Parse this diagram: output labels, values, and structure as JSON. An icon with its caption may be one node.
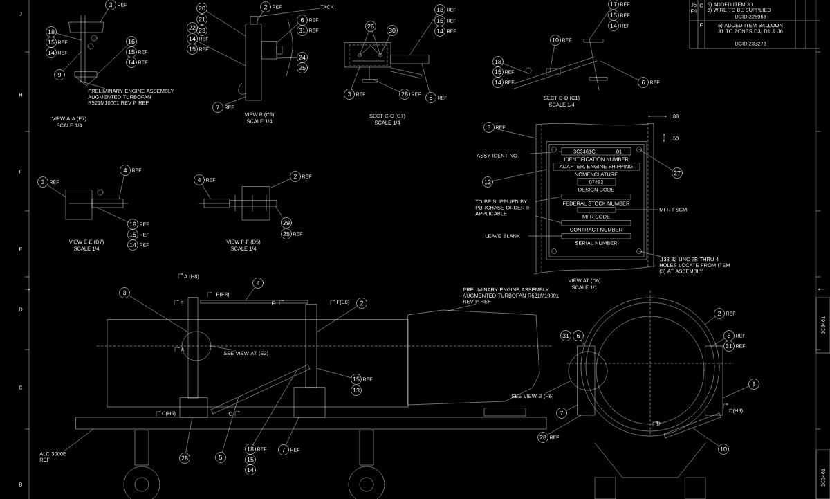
{
  "diagram": {
    "nodes": [
      {
        "text": [
          "3"
        ],
        "beside": [
          "REF"
        ]
      },
      {
        "text": [
          "18"
        ]
      },
      {
        "text": [
          "15"
        ],
        "beside": [
          "REF"
        ]
      },
      {
        "text": [
          "14"
        ],
        "beside": [
          "REF"
        ]
      },
      {
        "text": [
          "9"
        ]
      },
      {
        "text": [
          "16"
        ]
      },
      {
        "text": [
          "15"
        ],
        "beside": [
          "REF"
        ]
      },
      {
        "text": [
          "14"
        ],
        "beside": [
          "REF"
        ]
      },
      {
        "text": [
          "PRELIMINARY ENGINE ASSEMBLY AUGMENTED TURBOFAN R521M10001 REV P REF"
        ]
      },
      {
        "text": [
          "22"
        ]
      },
      {
        "text": [
          "14"
        ],
        "beside": [
          "REF"
        ]
      },
      {
        "text": [
          "15"
        ],
        "beside": [
          "REF"
        ]
      },
      {
        "text": [
          "20"
        ]
      },
      {
        "text": [
          "21"
        ]
      },
      {
        "text": [
          "23"
        ]
      },
      {
        "text": [
          "2"
        ],
        "beside": [
          "REF"
        ]
      },
      {
        "text": [
          "TACK"
        ]
      },
      {
        "text": [
          "6"
        ],
        "beside": [
          "REF"
        ]
      },
      {
        "text": [
          "31"
        ],
        "beside": [
          "REF"
        ]
      },
      {
        "text": [
          "24"
        ]
      },
      {
        "text": [
          "25"
        ]
      },
      {
        "text": [
          "7"
        ],
        "beside": [
          "REF"
        ]
      },
      {
        "text": [
          "26"
        ]
      },
      {
        "text": [
          "30"
        ]
      },
      {
        "text": [
          "18"
        ],
        "beside": [
          "REF"
        ]
      },
      {
        "text": [
          "15"
        ],
        "beside": [
          "REF"
        ]
      },
      {
        "text": [
          "14"
        ],
        "beside": [
          "REF"
        ]
      },
      {
        "text": [
          "3"
        ],
        "beside": [
          "REF"
        ]
      },
      {
        "text": [
          "28"
        ],
        "beside": [
          "REF"
        ]
      },
      {
        "text": [
          "5"
        ],
        "beside": [
          "REF"
        ]
      },
      {
        "text": [
          "17"
        ],
        "beside": [
          "REF"
        ]
      },
      {
        "text": [
          "15"
        ],
        "beside": [
          "REF"
        ]
      },
      {
        "text": [
          "14"
        ],
        "beside": [
          "REF"
        ]
      },
      {
        "text": [
          "10"
        ],
        "beside": [
          "REF"
        ]
      },
      {
        "text": [
          "18"
        ]
      },
      {
        "text": [
          "15"
        ],
        "beside": [
          "REF"
        ]
      },
      {
        "text": [
          "14"
        ],
        "beside": [
          "REF"
        ]
      },
      {
        "text": [
          "6"
        ],
        "beside": [
          "REF"
        ]
      },
      {
        "text": [
          "3"
        ],
        "beside": [
          "REF"
        ]
      },
      {
        "text": [
          "ASSY IDENT NO."
        ]
      },
      {
        "text": [
          "12"
        ]
      },
      {
        "text": [
          "27"
        ]
      },
      {
        "text": [
          "TO BE SUPPLIED BY PURCHASE ORDER IF APPLICABLE"
        ]
      },
      {
        "text": [
          "MFR FSCM"
        ]
      },
      {
        "text": [
          "LEAVE BLANK"
        ]
      },
      {
        "text": [
          ".138-32 UNC-2B THRU 4 HOLES LOCATE FROM ITEM (3) AT ASSEMBLY"
        ]
      },
      {
        "text": [
          "3"
        ],
        "beside": [
          "REF"
        ]
      },
      {
        "text": [
          "4"
        ],
        "beside": [
          "REF"
        ]
      },
      {
        "text": [
          "18"
        ],
        "beside": [
          "REF"
        ]
      },
      {
        "text": [
          "15"
        ],
        "beside": [
          "REF"
        ]
      },
      {
        "text": [
          "14"
        ],
        "beside": [
          "REF"
        ]
      },
      {
        "text": [
          "4"
        ],
        "beside": [
          "REF"
        ]
      },
      {
        "text": [
          "2"
        ],
        "beside": [
          "REF"
        ]
      },
      {
        "text": [
          "29"
        ]
      },
      {
        "text": [
          "25"
        ],
        "beside": [
          "REF"
        ]
      },
      {
        "text": [
          "4"
        ]
      },
      {
        "text": [
          "3"
        ]
      },
      {
        "text": [
          "2"
        ]
      },
      {
        "text": [
          "PRELIMINARY ENGINE ASSEMBLY AUGMENTED TURBOFAN R521M10001 REV P REF"
        ]
      },
      {
        "text": [
          "SEE VIEW AT (E3)"
        ]
      },
      {
        "text": [
          "15"
        ],
        "beside": [
          "REF"
        ]
      },
      {
        "text": [
          "13"
        ]
      },
      {
        "text": [
          "18"
        ],
        "beside": [
          "REF"
        ]
      },
      {
        "text": [
          "15"
        ]
      },
      {
        "text": [
          "14"
        ]
      },
      {
        "text": [
          "7"
        ],
        "beside": [
          "REF"
        ]
      },
      {
        "text": [
          "5"
        ]
      },
      {
        "text": [
          "28"
        ]
      },
      {
        "text": [
          "ALC 3000E REF"
        ]
      },
      {
        "text": [
          "2"
        ],
        "beside": [
          "REF"
        ]
      },
      {
        "text": [
          "6"
        ],
        "beside": [
          "REF"
        ]
      },
      {
        "text": [
          "31"
        ],
        "beside": [
          "REF"
        ]
      },
      {
        "text": [
          "31"
        ]
      },
      {
        "text": [
          "6"
        ]
      },
      {
        "text": [
          "8"
        ]
      },
      {
        "text": [
          "SEE VIEW B (H6)"
        ]
      },
      {
        "text": [
          "7"
        ]
      },
      {
        "text": [
          "28"
        ],
        "beside": [
          "REF"
        ]
      },
      {
        "text": [
          "10"
        ]
      },
      {
        "text": [],
        "shape": "picture"
      },
      {
        "text": [],
        "shape": "picture"
      },
      {
        "text": [],
        "shape": "picture"
      },
      {
        "text": [],
        "shape": "picture"
      },
      {
        "text": [],
        "shape": "picture"
      },
      {
        "text": [],
        "shape": "picture"
      },
      {
        "text": [],
        "shape": "picture"
      },
      {
        "text": [],
        "shape": "picture"
      },
      {
        "text": [],
        "shape": "picture"
      },
      {
        "text": [],
        "shape": "picture"
      },
      {
        "text": [],
        "shape": "picture"
      },
      {
        "text": [],
        "shape": "picture"
      },
      {
        "text": [],
        "shape": "box"
      },
      {
        "text": [],
        "shape": "picture"
      },
      {
        "text": [],
        "shape": "box"
      },
      {
        "text": [],
        "shape": "box"
      },
      {
        "text": [],
        "shape": "picture"
      },
      {
        "text": [],
        "shape": "circle"
      },
      {
        "text": [],
        "shape": "circle"
      }
    ],
    "edges": [
      {
        "from": 0,
        "to": 79,
        "arrow": "none"
      },
      {
        "from": 1,
        "to": 79,
        "arrow": "none"
      },
      {
        "from": 4,
        "to": 79,
        "arrow": "none"
      },
      {
        "from": 5,
        "to": 79,
        "arrow": "none"
      },
      {
        "from": 8,
        "to": 79,
        "arrow": "none"
      },
      {
        "from": 12,
        "to": 80,
        "arrow": "none"
      },
      {
        "from": 10,
        "to": 80,
        "arrow": "none"
      },
      {
        "from": 15,
        "to": 80,
        "arrow": "none"
      },
      {
        "from": 16,
        "to": 80,
        "arrow": "none"
      },
      {
        "from": 17,
        "to": 80,
        "arrow": "none"
      },
      {
        "from": 19,
        "to": 80,
        "arrow": "none"
      },
      {
        "from": 21,
        "to": 80,
        "arrow": "none"
      },
      {
        "from": 22,
        "to": 81,
        "arrow": "none"
      },
      {
        "from": 22,
        "to": 81,
        "arrow": "none"
      },
      {
        "from": 23,
        "to": 81,
        "arrow": "none"
      },
      {
        "from": 24,
        "to": 81,
        "arrow": "none"
      },
      {
        "from": 27,
        "to": 81,
        "arrow": "none"
      },
      {
        "from": 28,
        "to": 81,
        "arrow": "none"
      },
      {
        "from": 29,
        "to": 81,
        "arrow": "none"
      },
      {
        "from": 30,
        "to": 82,
        "arrow": "none"
      },
      {
        "from": 33,
        "to": 82,
        "arrow": "none"
      },
      {
        "from": 34,
        "to": 82,
        "arrow": "none"
      },
      {
        "from": 37,
        "to": 82,
        "arrow": "none"
      },
      {
        "from": 38,
        "to": 83,
        "arrow": "none"
      },
      {
        "from": 39,
        "to": 83,
        "arrow": "none"
      },
      {
        "from": 40,
        "to": 83,
        "arrow": "none"
      },
      {
        "from": 41,
        "to": 83,
        "arrow": "none"
      },
      {
        "from": 42,
        "to": 83,
        "arrow": "none"
      },
      {
        "from": 42,
        "to": 83,
        "arrow": "none"
      },
      {
        "from": 43,
        "to": 83,
        "arrow": "none"
      },
      {
        "from": 44,
        "to": 83,
        "arrow": "none"
      },
      {
        "from": 45,
        "to": 83,
        "arrow": "none"
      },
      {
        "from": 46,
        "to": 84,
        "arrow": "none"
      },
      {
        "from": 47,
        "to": 84,
        "arrow": "none"
      },
      {
        "from": 48,
        "to": 84,
        "arrow": "none"
      },
      {
        "from": 51,
        "to": 85,
        "arrow": "none"
      },
      {
        "from": 52,
        "to": 85,
        "arrow": "none"
      },
      {
        "from": 53,
        "to": 85,
        "arrow": "none"
      },
      {
        "from": 55,
        "to": 86,
        "arrow": "none"
      },
      {
        "from": 56,
        "to": 87,
        "arrow": "none"
      },
      {
        "from": 57,
        "to": 88,
        "arrow": "none"
      },
      {
        "from": 58,
        "to": 90,
        "arrow": "none"
      },
      {
        "from": 59,
        "to": 96,
        "arrow": "none"
      },
      {
        "from": 60,
        "to": 88,
        "arrow": "none"
      },
      {
        "from": 62,
        "to": 89,
        "arrow": "none"
      },
      {
        "from": 65,
        "to": 88,
        "arrow": "none"
      },
      {
        "from": 66,
        "to": 89,
        "arrow": "none"
      },
      {
        "from": 67,
        "to": 87,
        "arrow": "none"
      },
      {
        "from": 68,
        "to": 91,
        "arrow": "none"
      },
      {
        "from": 69,
        "to": 92,
        "arrow": "none"
      },
      {
        "from": 70,
        "to": 94,
        "arrow": "none"
      },
      {
        "from": 73,
        "to": 93,
        "arrow": "none"
      },
      {
        "from": 74,
        "to": 94,
        "arrow": "none"
      },
      {
        "from": 75,
        "to": 97,
        "arrow": "none"
      },
      {
        "from": 76,
        "to": 93,
        "arrow": "none"
      },
      {
        "from": 77,
        "to": 93,
        "arrow": "none"
      },
      {
        "from": 78,
        "to": 95,
        "arrow": "none"
      }
    ],
    "labels": [
      "J5",
      "F4",
      "C",
      "5) ADDED ITEM 30",
      "6) WIRE TO BE SUPPLIED",
      "DCID 226968",
      "F",
      "5) ADDED ITEM BALLOON 31 TO ZONES D3, D1 & J6",
      "DCID 233273",
      "VIEW A-A (E7)",
      "SCALE 1/4",
      "VIEW B (C3)",
      "SCALE 1/4",
      "SECT C-C (C7)",
      "SCALE 1/4",
      "SECT D-D (C1)",
      "SCALE 1/4",
      ".88",
      ".50",
      "3C3461G",
      "01",
      "IDENTIFICATION NUMBER",
      "ADAPTER, ENGINE SHIPPING",
      "NOMENCLATURE",
      "07482",
      "DESIGN CODE",
      "FEDERAL STOCK NUMBER",
      "MFR CODE",
      "CONTRACT NUMBER",
      "SERIAL NUMBER",
      "VIEW AT (D6)",
      "SCALE 1/1",
      "VIEW E-E (D7)",
      "SCALE 1/4",
      "VIEW F-F (D5)",
      "SCALE 1/4",
      "A (H8)",
      "E",
      "E(E8)",
      "F",
      "F(E8)",
      "A",
      "C(H5)",
      "C",
      "D(H3)",
      "D",
      "J",
      "H",
      "F",
      "E",
      "D",
      "C",
      "B",
      "3C3461",
      "3C3461"
    ]
  }
}
